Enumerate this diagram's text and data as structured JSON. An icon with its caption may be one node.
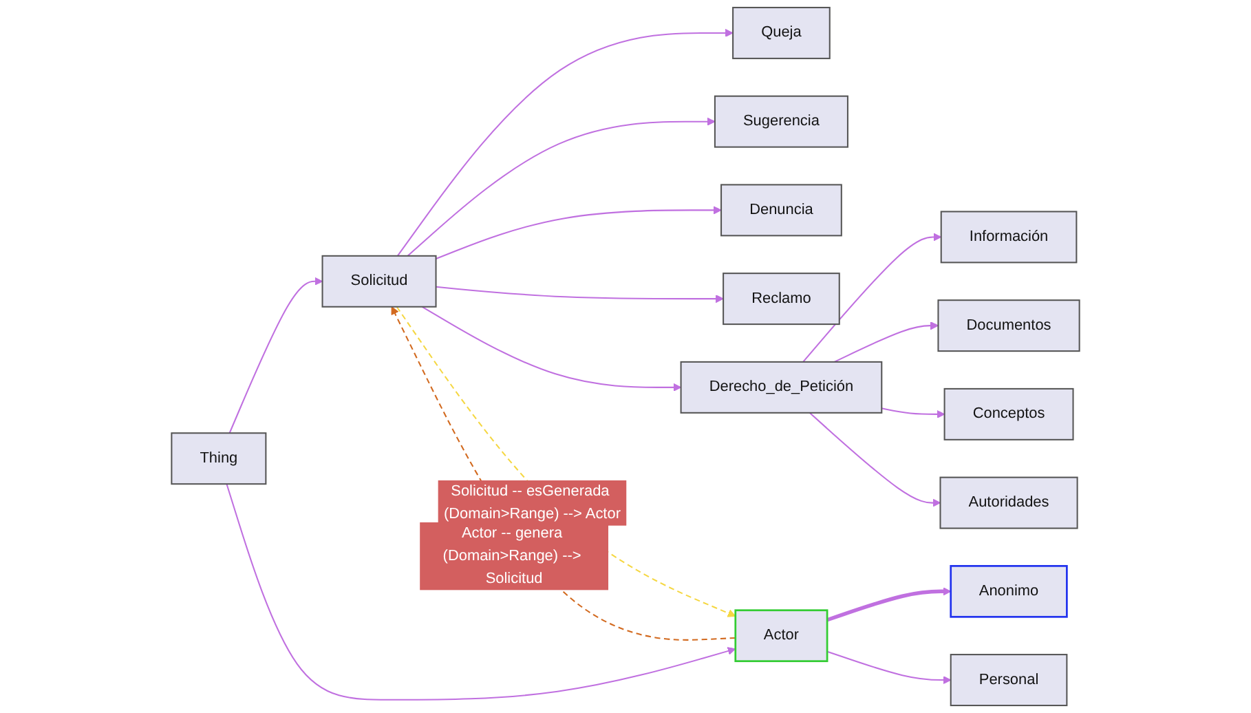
{
  "diagram": {
    "nodes": [
      {
        "text": [
          "Thing"
        ]
      },
      {
        "text": [
          "Solicitud"
        ]
      },
      {
        "text": [
          "Queja"
        ]
      },
      {
        "text": [
          "Sugerencia"
        ]
      },
      {
        "text": [
          "Denuncia"
        ]
      },
      {
        "text": [
          "Reclamo"
        ]
      },
      {
        "text": [
          "Derecho_de_Petición"
        ]
      },
      {
        "text": [
          "Información"
        ]
      },
      {
        "text": [
          "Documentos"
        ]
      },
      {
        "text": [
          "Conceptos"
        ]
      },
      {
        "text": [
          "Autoridades"
        ]
      },
      {
        "text": [
          "Actor"
        ]
      },
      {
        "text": [
          "Anonimo"
        ]
      },
      {
        "text": [
          "Personal"
        ]
      }
    ],
    "edges": [
      {
        "from": 0,
        "to": 1,
        "arrow": "to"
      },
      {
        "from": 0,
        "to": 11,
        "arrow": "to"
      },
      {
        "from": 1,
        "to": 2,
        "arrow": "to"
      },
      {
        "from": 1,
        "to": 3,
        "arrow": "to"
      },
      {
        "from": 1,
        "to": 4,
        "arrow": "to"
      },
      {
        "from": 1,
        "to": 5,
        "arrow": "to"
      },
      {
        "from": 1,
        "to": 6,
        "arrow": "to"
      },
      {
        "from": 6,
        "to": 7,
        "arrow": "to"
      },
      {
        "from": 6,
        "to": 8,
        "arrow": "to"
      },
      {
        "from": 6,
        "to": 9,
        "arrow": "to"
      },
      {
        "from": 6,
        "to": 10,
        "arrow": "to"
      },
      {
        "from": 11,
        "to": 12,
        "arrow": "to",
        "style": "thick"
      },
      {
        "from": 11,
        "to": 13,
        "arrow": "to"
      },
      {
        "from": 1,
        "to": 11,
        "arrow": "to",
        "label": "Solicitud -- esGenerada (Domain>Range) --> Actor",
        "style": "dashed",
        "color": "#f5d742"
      },
      {
        "from": 11,
        "to": 1,
        "arrow": "to",
        "label": "Actor -- genera (Domain>Range) --> Solicitud",
        "style": "dashed",
        "color": "#d2691e"
      }
    ]
  }
}
